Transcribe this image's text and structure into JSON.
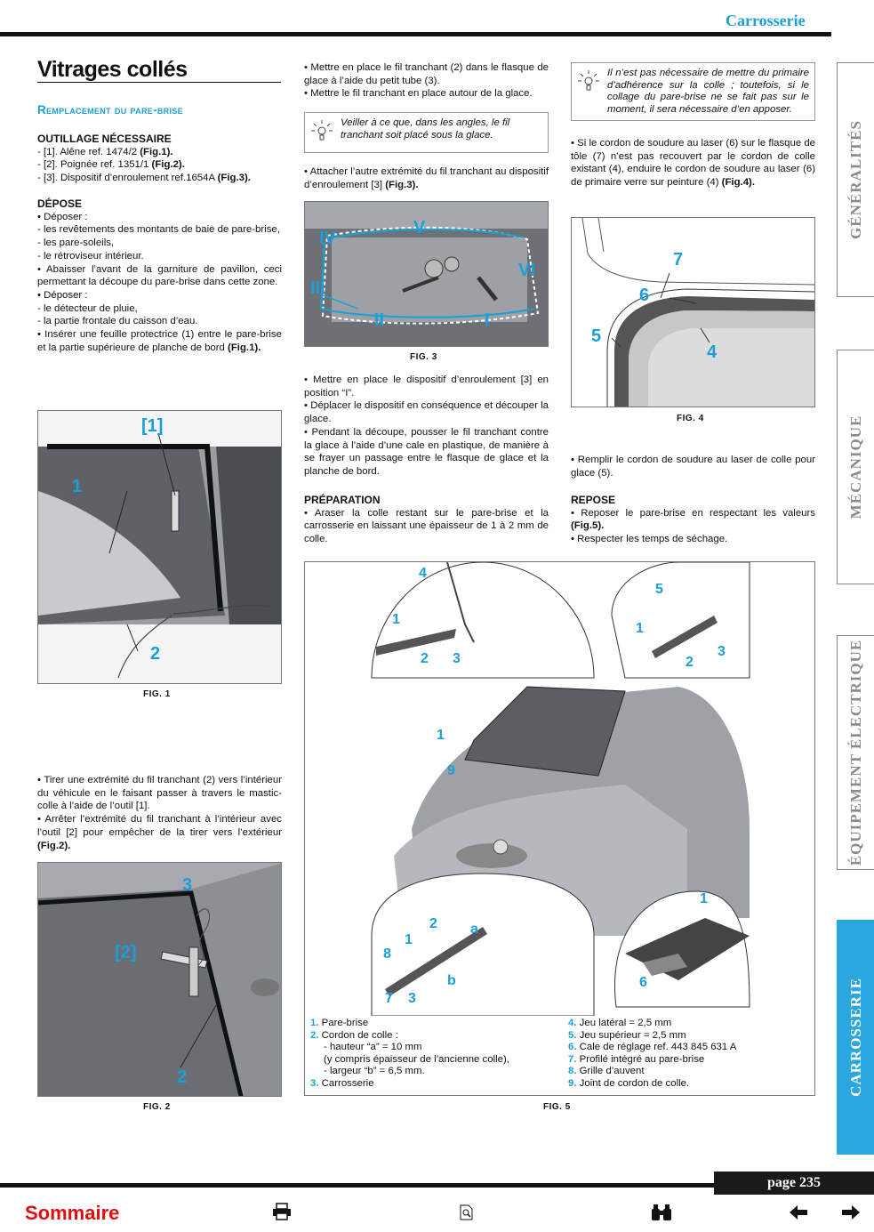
{
  "header": {
    "section": "Carrosserie"
  },
  "title": "Vitrages collés",
  "subtitle": "Remplacement du pare-brise",
  "col1": {
    "tools_heading": "OUTILLAGE NÉCESSAIRE",
    "tools": [
      "- [1]. Alêne ref. 1474/2 ",
      "- [2]. Poignée ref. 1351/1 ",
      "- [3]. Dispositif d’enroulement ref.1654A "
    ],
    "tools_refs": [
      "(Fig.1).",
      "(Fig.2).",
      "(Fig.3)."
    ],
    "depose_heading": "DÉPOSE",
    "depose_lines": [
      "• Déposer :",
      "- les revêtements des montants de baie de pare-brise,",
      "- les pare-soleils,",
      "- le rétroviseur intérieur.",
      "• Abaisser l’avant de la garniture de pavillon, ceci permettant la découpe du pare-brise dans cette zone.",
      "• Déposer :",
      "- le détecteur de pluie,",
      "- la partie frontale du caisson d’eau.",
      "• Insérer une feuille protectrice (1) entre le pare-brise et la partie supérieure de planche de bord "
    ],
    "depose_ref": "(Fig.1).",
    "fig1_caption": "FIG. 1",
    "fig1_labels": [
      "[1]",
      "1",
      "2"
    ],
    "after_fig1_a": "• Tirer une extrémité du fil tranchant (2) vers l’intérieur du véhicule en le faisant passer à travers le mastic-colle à l’aide de l’outil [1].",
    "after_fig1_b": "• Arrêter l’extrémité du fil tranchant à l’intérieur avec l’outil [2] pour empêcher de la tirer vers l’extérieur ",
    "after_fig1_ref": "(Fig.2).",
    "fig2_caption": "FIG. 2",
    "fig2_labels": [
      "3",
      "[2]",
      "2"
    ]
  },
  "col2": {
    "p1": "• Mettre en place le fil tranchant (2) dans le flasque de glace à l’aide du petit tube (3).",
    "p2": "• Mettre le fil tranchant en place autour de la glace.",
    "note1": "Veiller à ce que, dans les angles, le fil tranchant soit placé sous la glace.",
    "p3": "• Attacher l’autre extrémité du fil tranchant au dispositif d’enroulement [3] ",
    "p3_ref": "(Fig.3).",
    "fig3_caption": "FIG. 3",
    "fig3_labels": [
      "IV",
      "V",
      "III",
      "VI",
      "II",
      "I"
    ],
    "p4": "• Mettre en place le dispositif d’enroulement [3] en position “I”.",
    "p5": "• Déplacer le dispositif en conséquence et découper la glace.",
    "p6": "• Pendant la découpe, pousser le fil tranchant contre la glace à l’aide d’une cale en plastique, de manière à se frayer un passage entre le flasque de glace et la planche de bord.",
    "prep_heading": "PRÉPARATION",
    "p7": "• Araser la colle restant sur le pare-brise et la carrosserie en laissant une épaisseur de 1 à 2 mm de colle."
  },
  "col3": {
    "note2": "Il n’est pas nécessaire de mettre du primaire d’adhérence sur la colle ; toutefois, si le collage du pare-brise ne se fait pas sur le moment, il sera nécessaire d’en apposer.",
    "p1": "• Si le cordon de soudure au laser (6) sur le flasque de tôle (7) n’est pas recouvert par le cordon de colle existant (4), enduire le cordon de soudure au laser (6) de primaire verre sur peinture (4) ",
    "p1_ref": "(Fig.4).",
    "fig4_caption": "FIG. 4",
    "fig4_labels": [
      "7",
      "6",
      "5",
      "4"
    ],
    "p2": "• Remplir le cordon de soudure au laser de colle pour glace (5).",
    "repose_heading": "REPOSE",
    "p3": "• Reposer le pare-brise en respectant les valeurs ",
    "p3_ref": "(Fig.5).",
    "p4": "• Respecter les temps de séchage."
  },
  "fig5": {
    "caption": "FIG. 5",
    "labels": [
      "4",
      "1",
      "2",
      "3",
      "5",
      "1",
      "2",
      "3",
      "1",
      "9",
      "2",
      "a",
      "1",
      "8",
      "b",
      "7",
      "3",
      "1",
      "6"
    ],
    "legend_left": [
      {
        "n": "1.",
        "t": "Pare-brise"
      },
      {
        "n": "2.",
        "t": "Cordon de colle :"
      },
      {
        "n": "",
        "t": "- hauteur “a” = 10 mm"
      },
      {
        "n": "",
        "t": "(y compris épaisseur de l’ancienne colle),"
      },
      {
        "n": "",
        "t": "- largeur “b” = 6,5 mm."
      },
      {
        "n": "3.",
        "t": "Carrosserie"
      }
    ],
    "legend_right": [
      {
        "n": "4.",
        "t": "Jeu latéral = 2,5 mm"
      },
      {
        "n": "5.",
        "t": "Jeu supérieur = 2,5 mm"
      },
      {
        "n": "6.",
        "t": "Cale de réglage ref. 443 845 631 A"
      },
      {
        "n": "7.",
        "t": "Profilé intégré au pare-brise"
      },
      {
        "n": "8.",
        "t": "Grille d’auvent"
      },
      {
        "n": "9.",
        "t": "Joint de cordon de colle."
      }
    ]
  },
  "side_tabs": [
    "GÉNÉRALITÉS",
    "MÉCANIQUE",
    "ÉQUIPEMENT ÉLECTRIQUE",
    "CARROSSERIE"
  ],
  "footer": {
    "page": "page 235",
    "sommaire": "Sommaire"
  },
  "colors": {
    "accent": "#1a9fd9",
    "tab_active": "#2aa6e0",
    "sommaire": "#e10e0e"
  }
}
